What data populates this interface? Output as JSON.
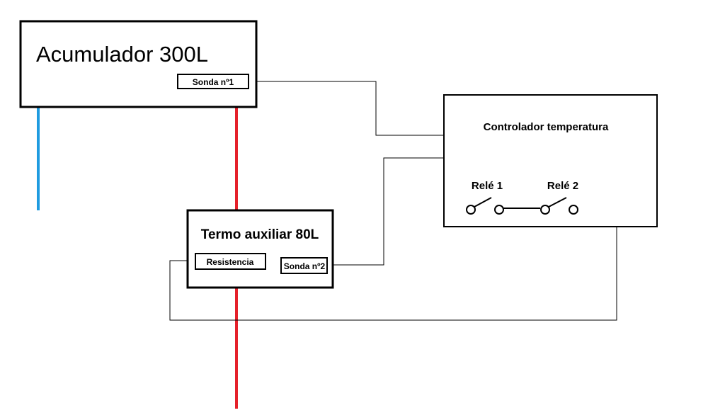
{
  "colors": {
    "cold_pipe": "#1f9be0",
    "hot_pipe": "#e5202a",
    "outline": "#000000",
    "wire": "#000000"
  },
  "accumulator": {
    "title": "Acumulador 300L",
    "probe_label": "Sonda nº1"
  },
  "auxiliary_heater": {
    "title": "Termo auxiliar 80L",
    "resistor_label": "Resistencia",
    "probe_label": "Sonda nº2"
  },
  "controller": {
    "title": "Controlador temperatura",
    "relay1_label": "Relé 1",
    "relay2_label": "Relé 2"
  }
}
